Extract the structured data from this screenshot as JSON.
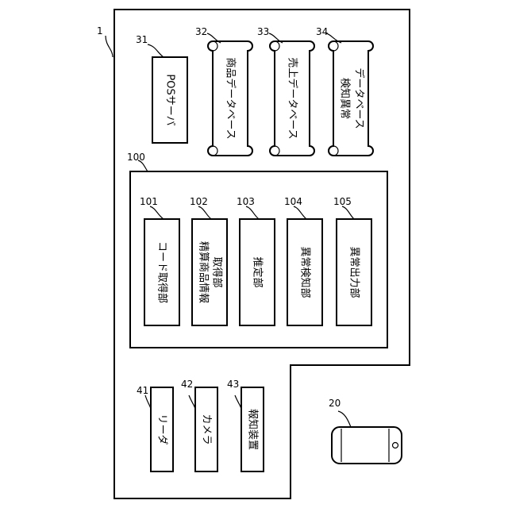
{
  "system": {
    "ref": "1"
  },
  "pos_server": {
    "ref": "31",
    "label": "POSサーバ"
  },
  "databases": [
    {
      "ref": "32",
      "lines": [
        "商品データベース"
      ]
    },
    {
      "ref": "33",
      "lines": [
        "売上データベース"
      ]
    },
    {
      "ref": "34",
      "lines": [
        "検知異常",
        "データベース"
      ]
    }
  ],
  "device": {
    "ref": "100",
    "units": [
      {
        "ref": "101",
        "lines": [
          "コード取得部"
        ]
      },
      {
        "ref": "102",
        "lines": [
          "精算商品情報",
          "取得部"
        ]
      },
      {
        "ref": "103",
        "lines": [
          "推定部"
        ]
      },
      {
        "ref": "104",
        "lines": [
          "異常検知部"
        ]
      },
      {
        "ref": "105",
        "lines": [
          "異常出力部"
        ]
      }
    ]
  },
  "peripherals": [
    {
      "ref": "41",
      "label": "リーダ"
    },
    {
      "ref": "42",
      "label": "カメラ"
    },
    {
      "ref": "43",
      "label": "報知装置"
    }
  ],
  "terminal": {
    "ref": "20"
  }
}
